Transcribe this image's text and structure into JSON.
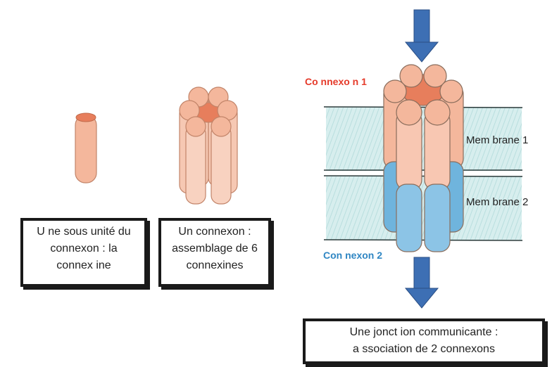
{
  "labels": {
    "connexon1": "Co nnexo n  1",
    "connexon2": "Con nexon  2",
    "membrane1": "Mem brane 1",
    "membrane2": "Mem brane 2"
  },
  "captions": {
    "subunit": [
      "U ne sous unité du",
      "connexon : la",
      "connex ine"
    ],
    "connexon": [
      "Un  connexon  :",
      "assemblage de 6",
      "connexines"
    ],
    "junction": [
      "Une jonct ion communicante :",
      "a ssociation de 2  connexons"
    ]
  },
  "colors": {
    "salmon": "#f4b79c",
    "salmon_dark": "#e77e5c",
    "blue": "#6fb4dd",
    "membrane": "#cfe9e9",
    "arrow": "#3d6fb4",
    "red_label": "#e53a2a",
    "blue_label": "#2f86c3"
  }
}
